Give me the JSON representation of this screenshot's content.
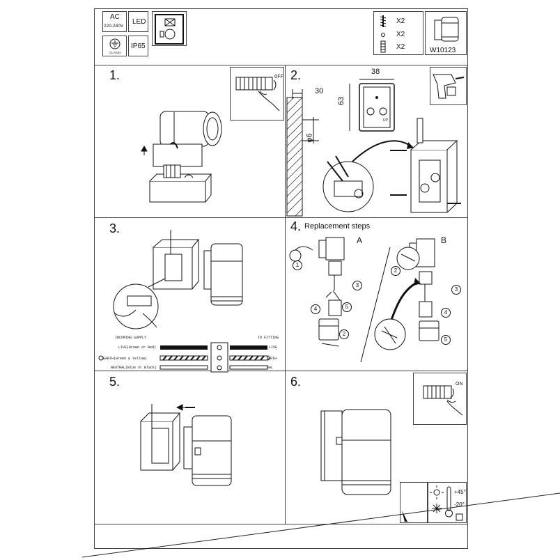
{
  "header": {
    "ac_label": "AC",
    "voltage": "220-240V",
    "led_label": "LED",
    "class_label": "CLASS I",
    "ip_label": "IP65",
    "qty_screw": "X2",
    "qty_washer": "X2",
    "qty_anchor": "X2",
    "model": "W10123"
  },
  "steps": {
    "s1": "1.",
    "s2": "2.",
    "s3": "3.",
    "s4": "4.",
    "s4_title": "Replacement steps",
    "s4_a": "A",
    "s4_b": "B",
    "s5": "5.",
    "s6": "6."
  },
  "step1": {
    "breaker_label": "OFF"
  },
  "step2": {
    "dim_width": "38",
    "dim_height": "63",
    "dim_depth": "30",
    "dim_hole": "φ6",
    "up_label": "UP"
  },
  "step3": {
    "incoming": "INCOMING SUPPLY",
    "to_fitting": "TO FITTING",
    "live_in": "LIVE(Brown or Red)",
    "live_out": "LIVE",
    "earth_in": "EARTH(Green & Yellow)",
    "earth_out": "EARTH",
    "neutral_in": "NEUTRAL(Blue or Black)",
    "neutral_out": "NEUTRAL"
  },
  "step4": {
    "callouts_a": [
      "1",
      "2",
      "3",
      "4",
      "5"
    ],
    "callouts_b": [
      "2",
      "3",
      "4",
      "5"
    ]
  },
  "step6": {
    "breaker_label": "ON",
    "temp_high": "+45°",
    "temp_low": "-20°"
  }
}
